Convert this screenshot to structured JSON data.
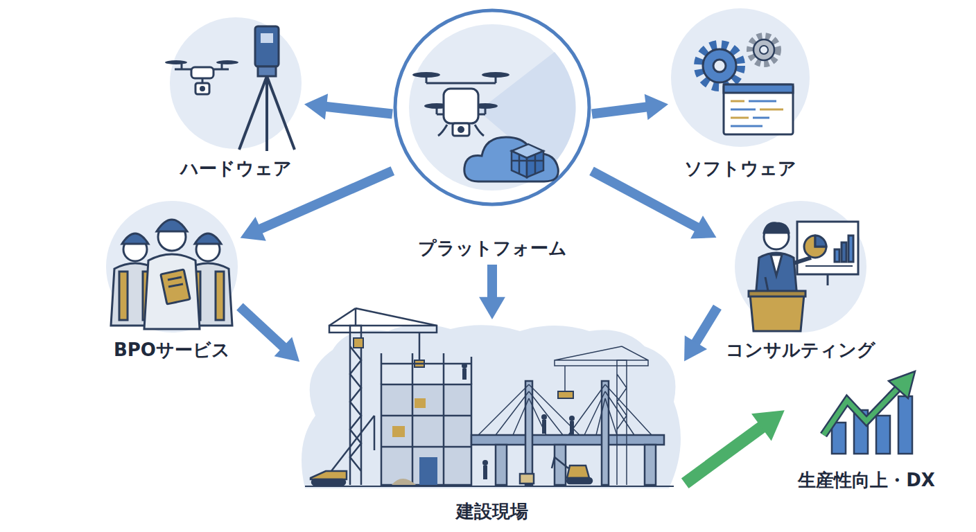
{
  "diagram": {
    "nodes": [
      {
        "text": [
          "ハードウェア"
        ]
      },
      {
        "text": [
          "プラットフォーム"
        ]
      },
      {
        "text": [
          "ソフトウェア"
        ]
      },
      {
        "text": [
          "BPOサービス"
        ]
      },
      {
        "text": [
          "コンサルティング"
        ]
      },
      {
        "text": [
          "建設現場"
        ]
      },
      {
        "text": [
          "生産性向上・DX"
        ]
      }
    ],
    "edges": [
      {
        "from": 1,
        "to": 0,
        "arrow": "to"
      },
      {
        "from": 1,
        "to": 2,
        "arrow": "to"
      },
      {
        "from": 1,
        "to": 3,
        "arrow": "to"
      },
      {
        "from": 1,
        "to": 4,
        "arrow": "to"
      },
      {
        "from": 1,
        "to": 5,
        "arrow": "to"
      },
      {
        "from": 3,
        "to": 5,
        "arrow": "to"
      },
      {
        "from": 4,
        "to": 5,
        "arrow": "to"
      },
      {
        "from": 5,
        "to": 6,
        "arrow": "to"
      }
    ]
  }
}
